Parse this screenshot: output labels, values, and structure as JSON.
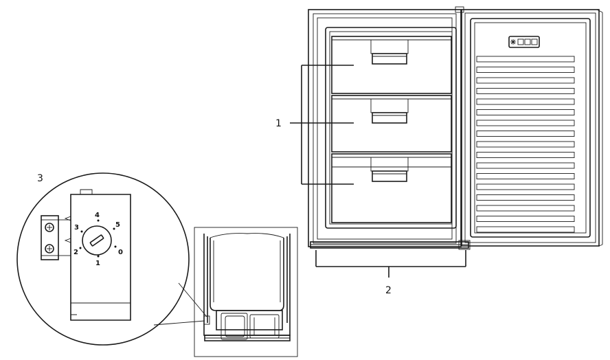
{
  "callouts": {
    "drawers": "1",
    "base": "2",
    "thermostat": "3"
  },
  "dial": {
    "marks": [
      "0",
      "1",
      "2",
      "3",
      "4",
      "5"
    ]
  },
  "colors": {
    "line": "#1a1a1a",
    "background": "#ffffff"
  }
}
